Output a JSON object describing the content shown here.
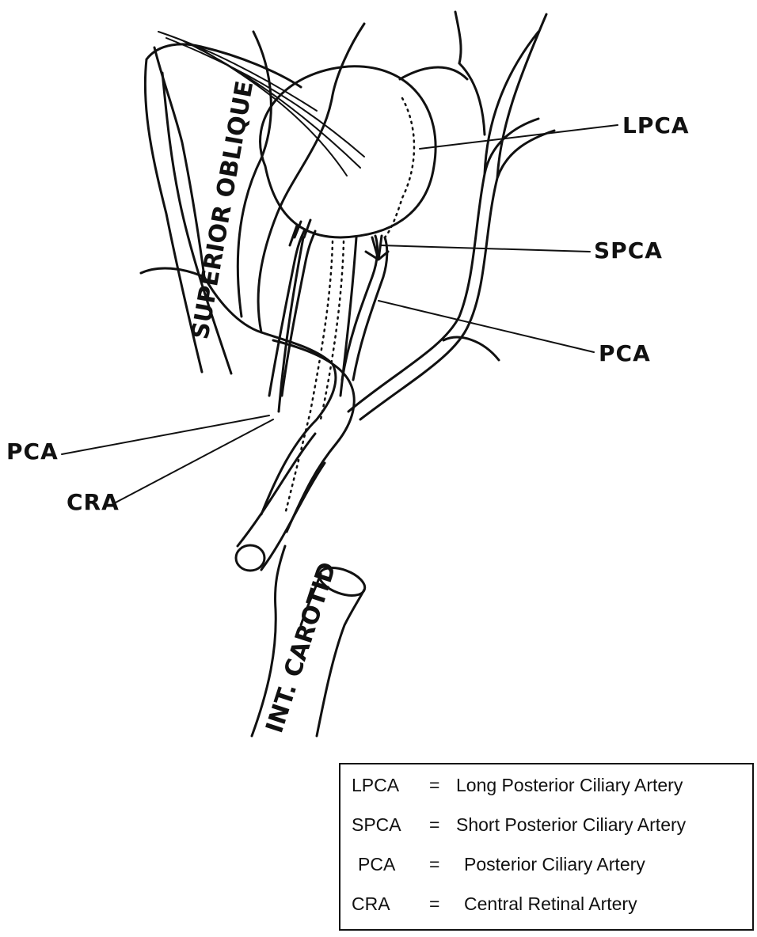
{
  "labels": {
    "lpca": "LPCA",
    "spca": "SPCA",
    "pca_right": "PCA",
    "pca_left": "PCA",
    "cra": "CRA",
    "superior_oblique": "SUPERIOR OBLIQUE",
    "int_carotid": "INT. CAROTID"
  },
  "legend": {
    "rows": [
      {
        "abbr": "LPCA",
        "eq": "=",
        "def": "Long Posterior Ciliary Artery"
      },
      {
        "abbr": "SPCA",
        "eq": "=",
        "def": "Short Posterior Ciliary Artery"
      },
      {
        "abbr": "PCA",
        "eq": "=",
        "def": "Posterior Ciliary Artery"
      },
      {
        "abbr": "CRA",
        "eq": "=",
        "def": "Central Retinal Artery"
      }
    ]
  }
}
